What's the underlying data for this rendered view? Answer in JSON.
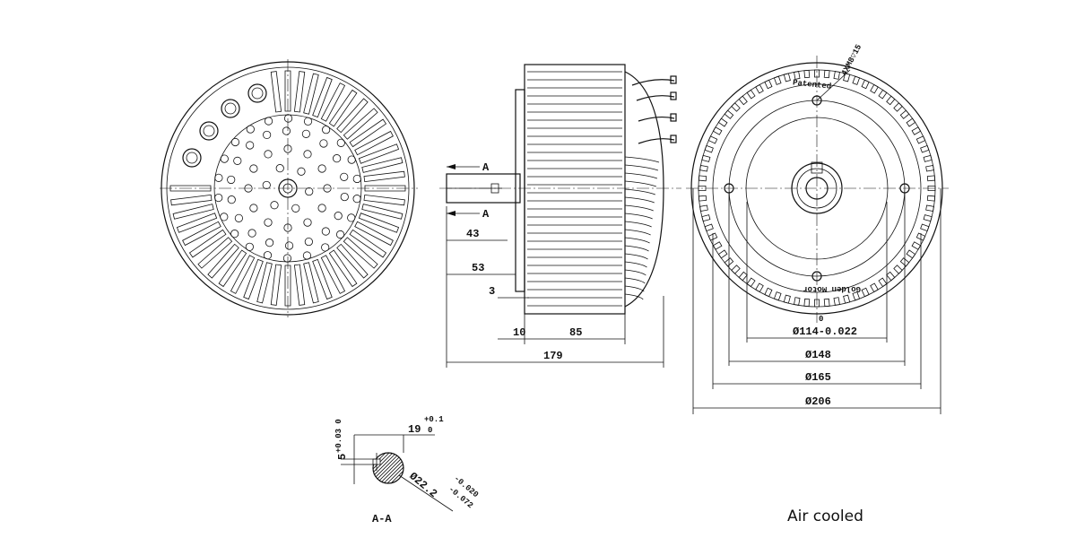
{
  "labels": {
    "section_a_top": "A",
    "section_a_bottom": "A",
    "section_title": "A-A",
    "patented": "Patented",
    "brand": "Golden Motor",
    "thread": "4XM8▽15",
    "air_cooled": "Air cooled"
  },
  "dimensions": {
    "shaft_len": "43",
    "key_len": "53",
    "gap": "3",
    "flange": "10",
    "body": "85",
    "total_len": "179",
    "d_pilot": "Ø114-0.022",
    "d_pilot_tol_top": "0",
    "d_bolt": "Ø148",
    "d_165": "Ø165",
    "d_206": "Ø206",
    "key_width": "5",
    "key_width_tol": "+0.03 0",
    "key_depth": "19",
    "key_depth_tol_top": "+0.1",
    "key_depth_tol_bot": "0",
    "shaft_dia": "Ø22.2",
    "shaft_dia_tol_top": "-0.020",
    "shaft_dia_tol_bot": "-0.072"
  }
}
